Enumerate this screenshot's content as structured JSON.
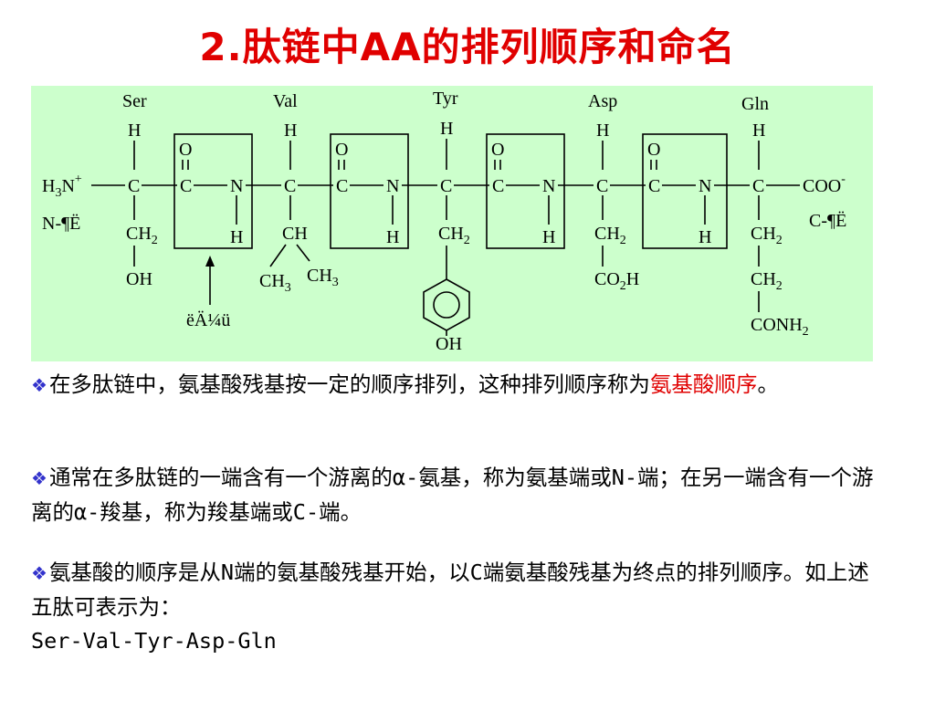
{
  "title": "2.肽链中AA的排列顺序和命名",
  "diagram": {
    "residues": [
      "Ser",
      "Val",
      "Tyr",
      "Asp",
      "Gln"
    ],
    "h": "H",
    "o": "O",
    "c": "C",
    "n": "N",
    "n_terminus": "H3N+",
    "n_label": "N-¶Ë",
    "c_terminus": "COO-",
    "c_label": "C-¶Ë",
    "side_ser": [
      "CH2",
      "OH"
    ],
    "side_val": [
      "CH",
      "CH3",
      "CH3"
    ],
    "side_tyr": [
      "CH2",
      "OH"
    ],
    "side_asp": [
      "CH2",
      "CO2H"
    ],
    "side_gln": [
      "CH2",
      "CH2",
      "CONH2"
    ],
    "arrow_label": "ëÄ¼ü"
  },
  "paragraphs": {
    "p1_a": "在多肽链中，氨基酸残基按一定的顺序排列，这种排列顺序称为",
    "p1_red": "氨基酸顺序",
    "p1_b": "。",
    "p2": "通常在多肽链的一端含有一个游离的α-氨基，称为氨基端或N-端；在另一端含有一个游离的α-羧基，称为羧基端或C-端。",
    "p3": "氨基酸的顺序是从N端的氨基酸残基开始，以C端氨基酸残基为终点的排列顺序。如上述五肽可表示为：",
    "p3_seq": "Ser-Val-Tyr-Asp-Gln"
  }
}
